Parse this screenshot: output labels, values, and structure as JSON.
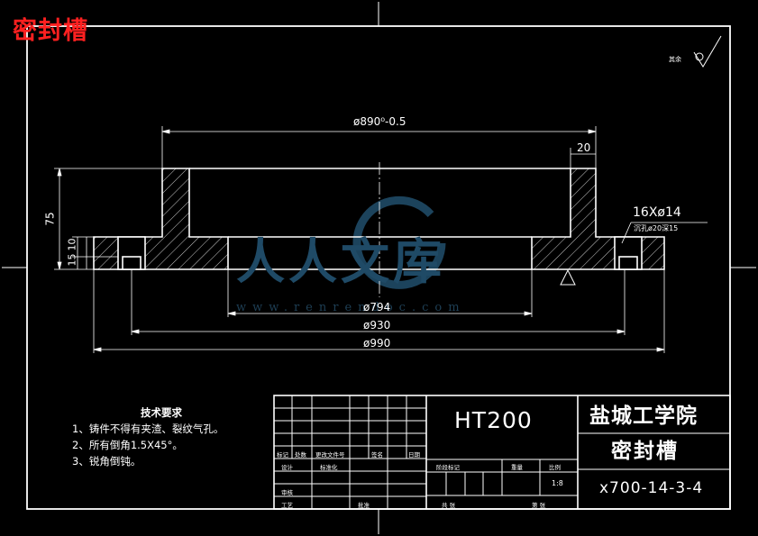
{
  "drawing": {
    "title": "密封槽",
    "surface_roughness_note": "其余",
    "watermark": {
      "text": "人人文库",
      "url": "www.renrendoc.com"
    }
  },
  "dimensions": {
    "top_diameter": "ø890⁰-0.5",
    "flange_width": "20",
    "height": "75",
    "step_10": "10",
    "step_15": "15",
    "holes": "16Xø14",
    "counterbore": "沉孔ø20深15",
    "inner_diameter": "ø794",
    "mid_diameter": "ø930",
    "outer_diameter": "ø990"
  },
  "tech_requirements": {
    "heading": "技术要求",
    "items": [
      "1、铸件不得有夹渣、裂纹气孔。",
      "2、所有倒角1.5X45°。",
      "3、锐角倒钝。"
    ]
  },
  "title_block": {
    "material": "HT200",
    "school": "盐城工学院",
    "part_name": "密封槽",
    "drawing_code": "x700-14-3-4",
    "scale": "1:8",
    "labels": {
      "mark": "标记",
      "count": "处数",
      "change_doc": "更改文件号",
      "sign": "签名",
      "date": "日期",
      "design": "设计",
      "standardize": "标准化",
      "stage_mark": "阶段标记",
      "weight": "重量",
      "ratio": "比例",
      "review": "审核",
      "process": "工艺",
      "approve": "批准",
      "sheet_total": "共 张",
      "sheet_no": "第 张"
    }
  },
  "colors": {
    "background": "#000000",
    "lines": "#ffffff",
    "title": "#ff2020",
    "watermark": "#1f4a66"
  }
}
